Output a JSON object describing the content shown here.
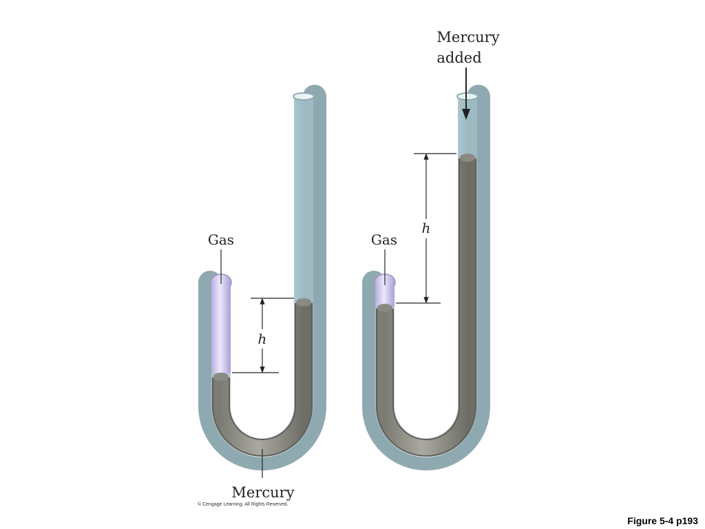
{
  "left_apparatus": {
    "gas_label": "Gas",
    "height_label": "h",
    "mercury_label": "Mercury"
  },
  "right_apparatus": {
    "gas_label": "Gas",
    "height_label": "h",
    "mercury_added_line1": "Mercury",
    "mercury_added_line2": "added"
  },
  "copyright": "© Cengage Learning. All Rights Reserved.",
  "figure_caption": "Figure 5-4 p193",
  "colors": {
    "glass": "#cfe4ea",
    "glass_edge": "#9fb8c0",
    "gas": "#cfc8ec",
    "mercury": "#8e8e85",
    "mercury_edge": "#5e5e58",
    "line": "#222222"
  }
}
